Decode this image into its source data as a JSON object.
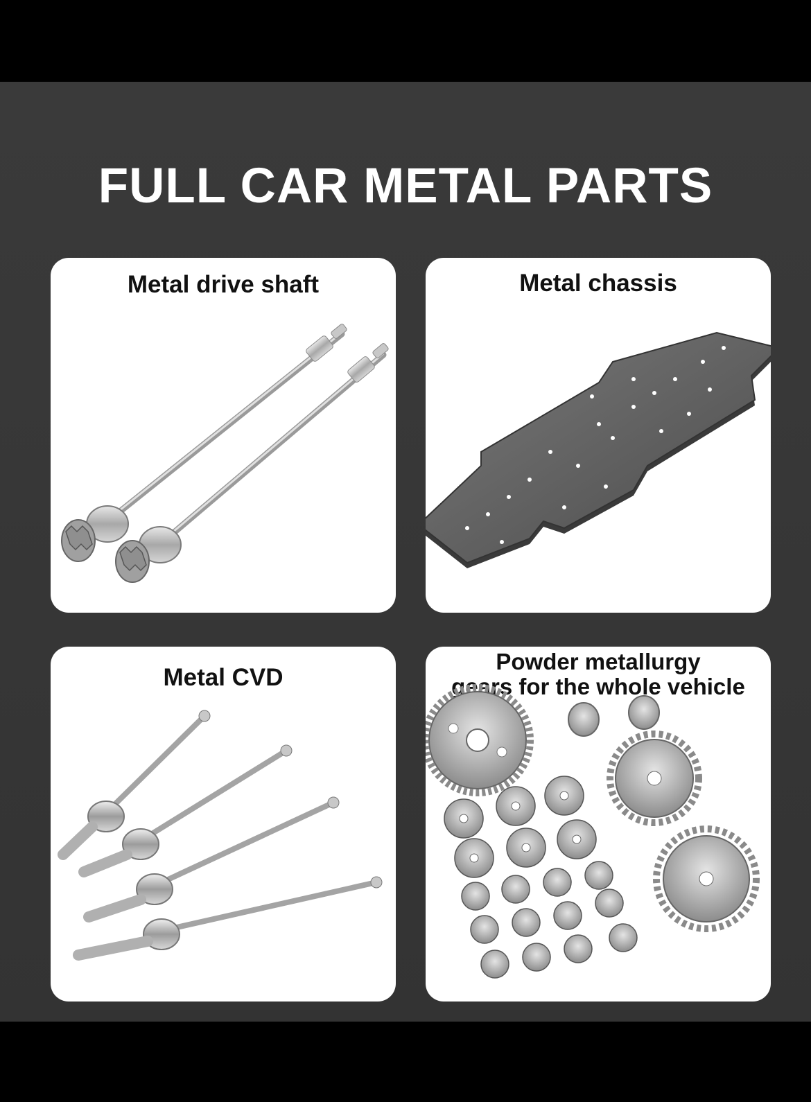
{
  "title": "FULL CAR METAL PARTS",
  "cards": [
    {
      "label": "Metal drive shaft",
      "icon": "drive-shaft-icon"
    },
    {
      "label": "Metal chassis",
      "icon": "chassis-plate-icon"
    },
    {
      "label": "Metal CVD",
      "icon": "cvd-axle-icon"
    },
    {
      "label_line1": "Powder metallurgy",
      "label_line2": "gears for the whole vehicle",
      "icon": "gear-set-icon"
    }
  ],
  "colors": {
    "background": "#000000",
    "panel": "#363636",
    "card": "#ffffff",
    "metal": "#b9b9b9",
    "chassis": "#5a5a5a"
  }
}
